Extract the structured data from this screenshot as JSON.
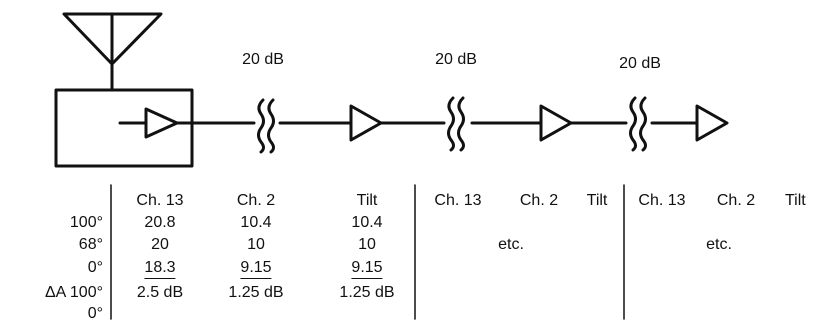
{
  "stage_gains": [
    "20 dB",
    "20 dB",
    "20 dB"
  ],
  "row_labels": [
    "100°",
    "68°",
    "0°",
    "ΔA 100°",
    "0°"
  ],
  "section1": {
    "headers": [
      "Ch. 13",
      "Ch. 2",
      "Tilt"
    ],
    "columns": [
      [
        "20.8",
        "20",
        "18.3",
        "2.5 dB"
      ],
      [
        "10.4",
        "10",
        "9.15",
        "1.25 dB"
      ],
      [
        "10.4",
        "10",
        "9.15",
        "1.25 dB"
      ]
    ]
  },
  "section2": {
    "headers": [
      "Ch. 13",
      "Ch. 2",
      "Tilt"
    ],
    "note": "etc."
  },
  "section3": {
    "headers": [
      "Ch. 13",
      "Ch. 2",
      "Tilt"
    ],
    "note": "etc."
  },
  "colors": {
    "ink": "#111111",
    "background": "#ffffff"
  }
}
